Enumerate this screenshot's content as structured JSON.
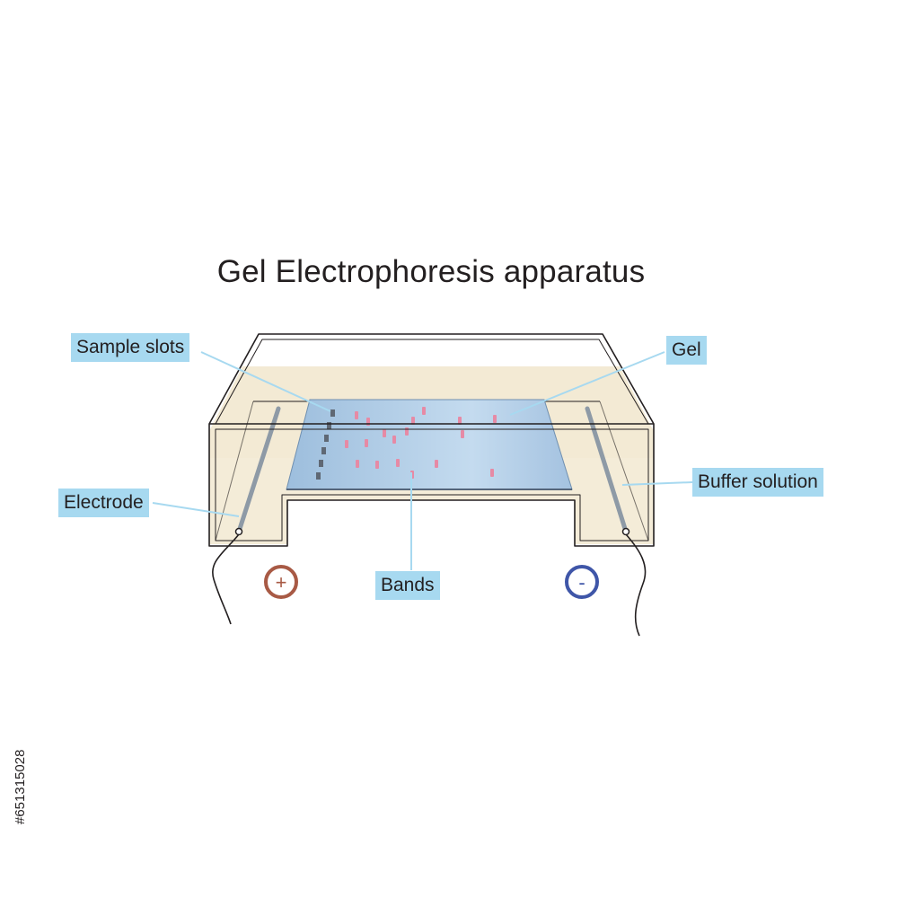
{
  "diagram": {
    "title": "Gel Electrophoresis apparatus",
    "labels": {
      "sample_slots": "Sample slots",
      "gel": "Gel",
      "electrode": "Electrode",
      "buffer_solution": "Buffer solution",
      "bands": "Bands"
    },
    "terminals": {
      "positive": "+",
      "negative": "-"
    },
    "colors": {
      "buffer": "#f4ecd8",
      "gel": "#a9c8e4",
      "label_background": "#a7d9f0",
      "bands": "#e68aa5",
      "positive_terminal": "#a85a45",
      "negative_terminal": "#3f56a8",
      "electrode": "#8e9aa6"
    }
  },
  "watermark": {
    "stock_id": "#651315028"
  }
}
